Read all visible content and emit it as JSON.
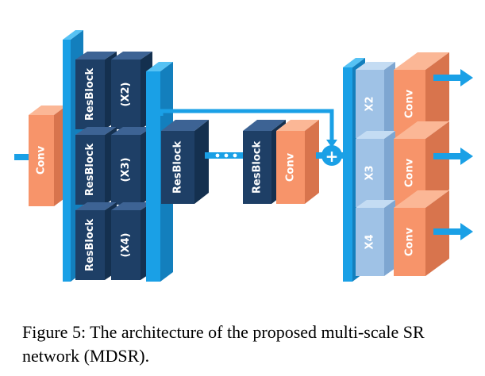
{
  "diagram": {
    "input_conv_label": "Conv",
    "resblock_label": "ResBlock",
    "scale_branches": [
      "(X2)",
      "(X3)",
      "(X4)"
    ],
    "middle_resblock_label": "ResBlock",
    "last_resblock_label": "ResBlock",
    "post_conv_label": "Conv",
    "skip_add_symbol": "+",
    "upsamplers": [
      "X2",
      "X3",
      "X4"
    ],
    "output_conv_label": "Conv"
  },
  "colors": {
    "cyan": "#1aa0e6",
    "cyan_dark": "#137fbd",
    "cyan_light": "#56c2f4",
    "navy": "#1e3f66",
    "navy_top": "#3d6394",
    "navy_side": "#14304f",
    "light_blue": "#9fc2e6",
    "light_blue_top": "#c4dcf3",
    "light_blue_side": "#7ea6d1",
    "orange": "#f7946a",
    "orange_top": "#fbb796",
    "orange_side": "#d8744d"
  },
  "caption": "Figure 5: The architecture of the proposed multi-scale SR network (MDSR)."
}
